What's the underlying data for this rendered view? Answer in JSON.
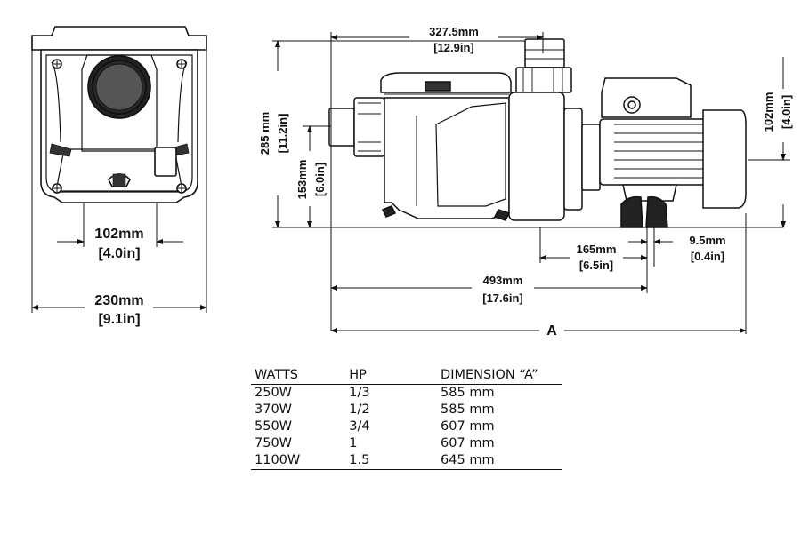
{
  "front_view": {
    "width_inner_mm": "102mm",
    "width_inner_in": "[4.0in]",
    "width_overall_mm": "230mm",
    "width_overall_in": "[9.1in]"
  },
  "side_view": {
    "top_length_mm": "327.5mm",
    "top_length_in": "[12.9in]",
    "overall_height_mm": "285 mm",
    "overall_height_in": "[11.2in]",
    "inlet_height_mm": "153mm",
    "inlet_height_in": "[6.0in]",
    "motor_height_mm": "102mm",
    "motor_height_in": "[4.0in]",
    "foot_spacing_mm": "165mm",
    "foot_spacing_in": "[6.5in]",
    "foot_width_mm": "9.5mm",
    "foot_width_in": "[0.4in]",
    "base_length_mm": "493mm",
    "base_length_in": "[17.6in]",
    "overall_length_label": "A"
  },
  "spec_table": {
    "headers": [
      "WATTS",
      "HP",
      "DIMENSION “A”"
    ],
    "rows": [
      [
        "250W",
        "1/3",
        "585 mm"
      ],
      [
        "370W",
        "1/2",
        "585 mm"
      ],
      [
        "550W",
        "3/4",
        "607 mm"
      ],
      [
        "750W",
        "1",
        "607 mm"
      ],
      [
        "1100W",
        "1.5",
        "645 mm"
      ]
    ]
  }
}
